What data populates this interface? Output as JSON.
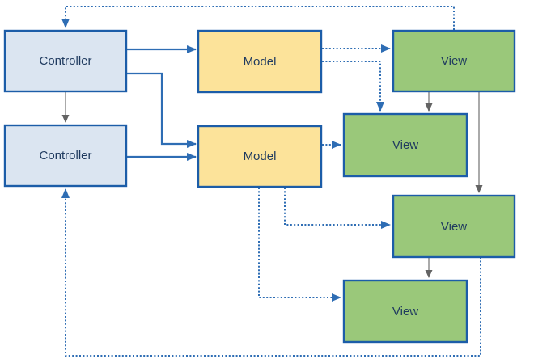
{
  "diagram": {
    "nodes": {
      "controller_top": {
        "label": "Controller",
        "type": "controller"
      },
      "controller_bottom": {
        "label": "Controller",
        "type": "controller"
      },
      "model_top": {
        "label": "Model",
        "type": "model"
      },
      "model_bottom": {
        "label": "Model",
        "type": "model"
      },
      "view_top": {
        "label": "View",
        "type": "view"
      },
      "view_middle": {
        "label": "View",
        "type": "view"
      },
      "view_lower": {
        "label": "View",
        "type": "view"
      },
      "view_bottom": {
        "label": "View",
        "type": "view"
      }
    },
    "edges": [
      {
        "from": "controller_top",
        "to": "model_top",
        "style": "solid-blue"
      },
      {
        "from": "controller_top",
        "to": "model_bottom",
        "style": "solid-blue"
      },
      {
        "from": "controller_bottom",
        "to": "model_bottom",
        "style": "solid-blue"
      },
      {
        "from": "controller_top",
        "to": "controller_bottom",
        "style": "gray"
      },
      {
        "from": "model_top",
        "to": "view_top",
        "style": "dotted-blue"
      },
      {
        "from": "model_top",
        "to": "view_middle",
        "style": "dotted-blue"
      },
      {
        "from": "model_bottom",
        "to": "view_middle",
        "style": "dotted-blue"
      },
      {
        "from": "model_bottom",
        "to": "view_lower",
        "style": "dotted-blue"
      },
      {
        "from": "model_bottom",
        "to": "view_bottom",
        "style": "dotted-blue"
      },
      {
        "from": "view_top",
        "to": "view_middle",
        "style": "gray"
      },
      {
        "from": "view_top",
        "to": "view_lower",
        "style": "gray"
      },
      {
        "from": "view_lower",
        "to": "view_bottom",
        "style": "gray"
      },
      {
        "from": "view_top",
        "to": "controller_top",
        "style": "dotted-blue"
      },
      {
        "from": "view_lower",
        "to": "controller_bottom",
        "style": "dotted-blue"
      }
    ],
    "colors": {
      "controller_fill": "#dbe5f1",
      "model_fill": "#fce39a",
      "view_fill": "#9ac87a",
      "node_border": "#1c5da8",
      "edge_blue": "#2e6db4",
      "edge_gray": "#a0a0a0",
      "label_text": "#1f3a5f"
    }
  }
}
